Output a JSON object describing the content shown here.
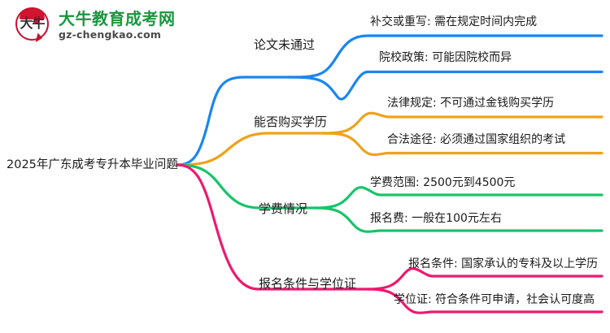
{
  "logo": {
    "mark_text": "大牛",
    "name_cn": "大牛教育成考网",
    "name_en": "gz-chengkao.com",
    "brand_green": "#1a9641",
    "brand_red": "#d2142f"
  },
  "mindmap": {
    "root": {
      "label": "2025年广东成考专升本毕业问题"
    },
    "branches": [
      {
        "label": "论文未通过",
        "color": "#1a86f0",
        "leaves": [
          {
            "label": "补交或重写: 需在规定时间内完成"
          },
          {
            "label": "院校政策: 可能因院校而异"
          }
        ]
      },
      {
        "label": "能否购买学历",
        "color": "#f0a21a",
        "leaves": [
          {
            "label": "法律规定: 不可通过金钱购买学历"
          },
          {
            "label": "合法途径: 必须通过国家组织的考试"
          }
        ]
      },
      {
        "label": "学费情况",
        "color": "#18c46a",
        "leaves": [
          {
            "label": "学费范围: 2500元到4500元"
          },
          {
            "label": "报名费: 一般在100元左右"
          }
        ]
      },
      {
        "label": "报名条件与学位证",
        "color": "#f0186e",
        "leaves": [
          {
            "label": "报名条件: 国家承认的专科及以上学历"
          },
          {
            "label": "学位证: 符合条件可申请，社会认可度高"
          }
        ]
      }
    ]
  }
}
